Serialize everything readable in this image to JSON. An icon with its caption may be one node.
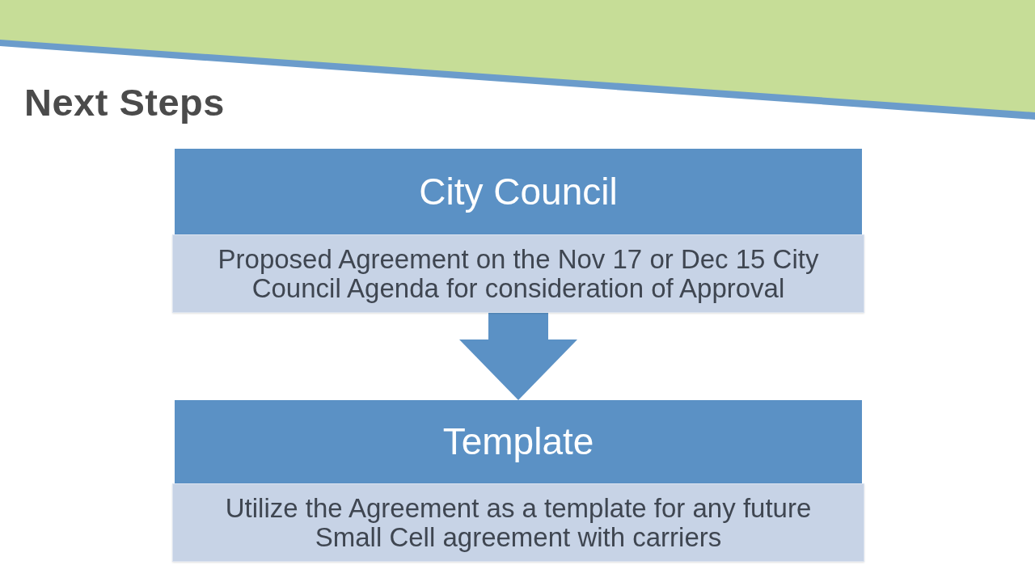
{
  "diagram": {
    "title": "Next Steps",
    "nodes": [
      {
        "text": [
          "City Council"
        ]
      },
      {
        "text": [
          "Proposed Agreement on the Nov 17 or Dec 15 City Council Agenda for consideration of Approval"
        ]
      },
      {
        "text": [
          "Template"
        ]
      },
      {
        "text": [
          "Utilize the Agreement as a template for any future Small Cell agreement with carriers"
        ]
      }
    ],
    "edges": [
      {
        "from": 1,
        "to": 2,
        "arrow": "to"
      }
    ]
  }
}
